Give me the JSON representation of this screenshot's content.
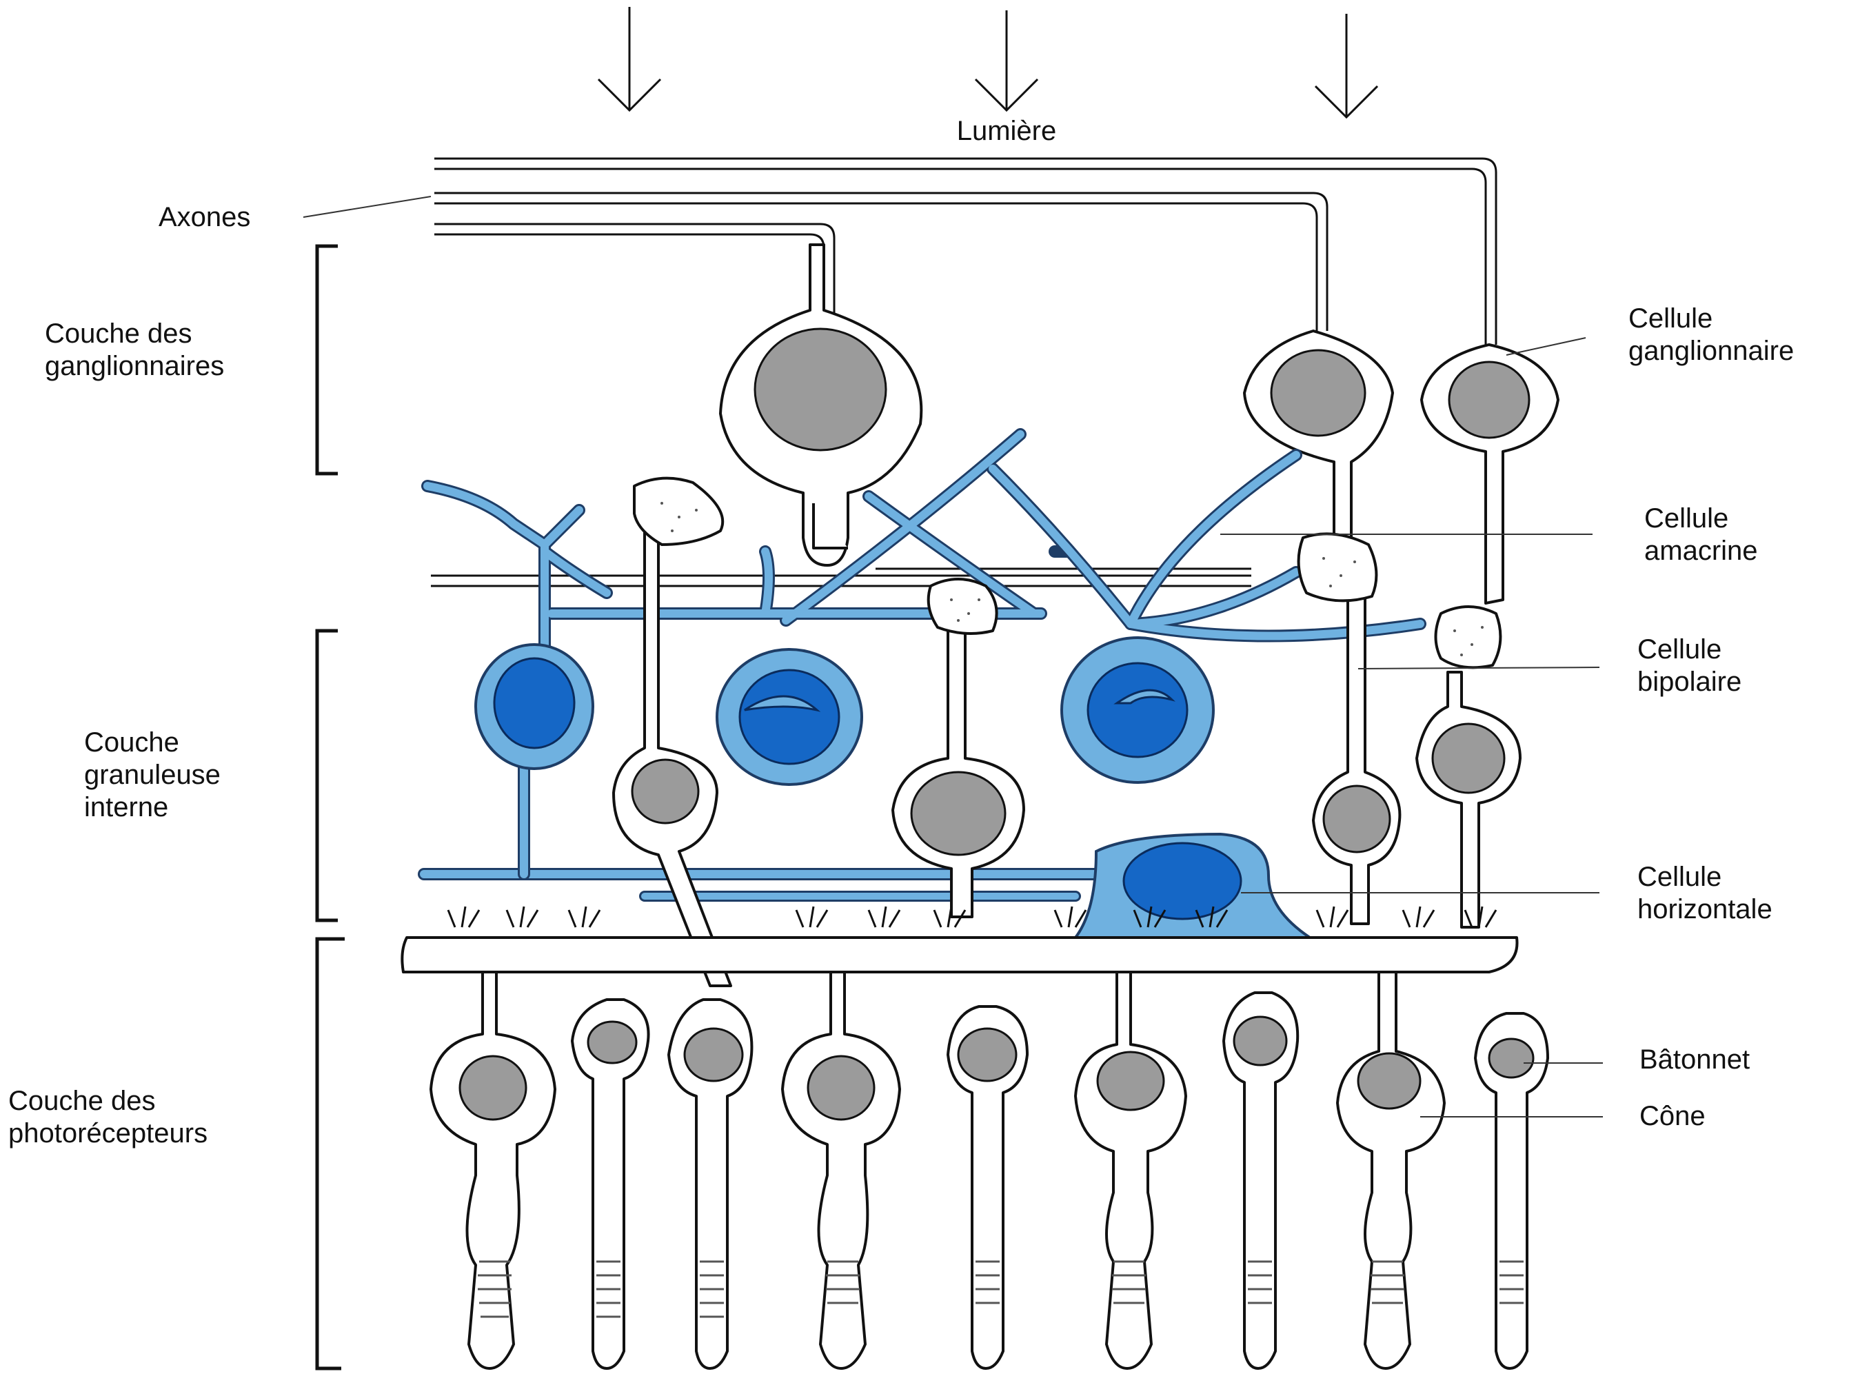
{
  "title": "Lumière",
  "colors": {
    "outline": "#111111",
    "nucleus": "#9b9b9b",
    "blue_cell": "#6fb1e0",
    "blue_nucleus": "#1567c6",
    "background": "#ffffff"
  },
  "layer_labels": {
    "ganglion": [
      "Couche des",
      "ganglionnaires"
    ],
    "inner_nuclear": [
      "Couche",
      "granuleuse",
      "interne"
    ],
    "photoreceptor": [
      "Couche des",
      "photorécepteurs"
    ]
  },
  "axones_label": "Axones",
  "cell_labels": {
    "ganglion": [
      "Cellule",
      "ganglionnaire"
    ],
    "amacrine": [
      "Cellule",
      "amacrine"
    ],
    "bipolar": [
      "Cellule",
      "bipolaire"
    ],
    "horizontal": [
      "Cellule",
      "horizontale"
    ],
    "rod": "Bâtonnet",
    "cone": "Cône"
  }
}
